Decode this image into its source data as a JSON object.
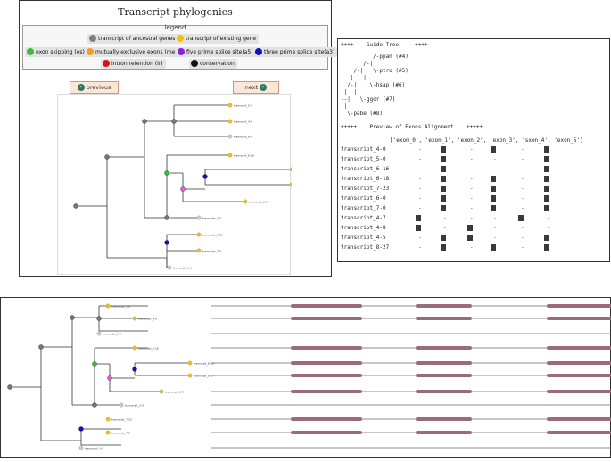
{
  "phylo": {
    "title": "Transcript phylogenies",
    "legend_title": "legend",
    "legend": [
      {
        "label": "transcript of ancestral genes",
        "color": "#7f7f7f"
      },
      {
        "label": "transcript of existing gene",
        "color": "#f2c200"
      },
      {
        "label": "exon skipping (es)",
        "color": "#34c234"
      },
      {
        "label": "mutually exclusive exons (me)",
        "color": "#f0a020"
      },
      {
        "label": "five prime splice site(a5)",
        "color": "#8a20e0"
      },
      {
        "label": "three prime splice site(a3)",
        "color": "#1010c0"
      },
      {
        "label": "intron retention (ir)",
        "color": "#e01010"
      },
      {
        "label": "conservation",
        "color": "#111111"
      }
    ],
    "prev_label": "previous",
    "next_label": "next",
    "leaves": [
      "transcript_5-0",
      "transcript_4-0",
      "transcript_6-0",
      "transcript_6-16",
      "transcript_8-16",
      "transcript_8-17",
      "transcript_8-0",
      "transcript_2-0",
      "transcript_7-23",
      "transcript_7-0",
      "transcript_1-0"
    ]
  },
  "console": {
    "header": "++++    Guide Tree     ++++",
    "tree_lines": [
      "          /-ppan (#4)",
      "       /-|",
      "    /-|   \\-ptro (#5)",
      "   |   |",
      "  /-|    \\-hsap (#6)",
      " |  |",
      "--|   \\-ggor (#7)",
      " |",
      "  \\-pabe (#8)"
    ],
    "preview_header": "+++++    Preview of Exons Alignment    +++++",
    "exon_header": "['exon_0', 'exon_1', 'exon_2', 'exon_3', 'sxon_4', 'exon_5']",
    "rows": [
      {
        "name": "transcript_4-0",
        "cols": [
          0,
          1,
          0,
          1,
          0,
          1
        ]
      },
      {
        "name": "transcript_5-0",
        "cols": [
          0,
          1,
          0,
          0,
          0,
          1
        ]
      },
      {
        "name": "transcript_6-16",
        "cols": [
          0,
          1,
          0,
          0,
          0,
          1
        ]
      },
      {
        "name": "transcript_6-18",
        "cols": [
          0,
          1,
          0,
          1,
          0,
          1
        ]
      },
      {
        "name": "transcript_7-23",
        "cols": [
          0,
          1,
          0,
          1,
          0,
          1
        ]
      },
      {
        "name": "transcript_6-0",
        "cols": [
          0,
          1,
          0,
          1,
          0,
          1
        ]
      },
      {
        "name": "transcript_7-0",
        "cols": [
          0,
          1,
          0,
          1,
          0,
          1
        ]
      },
      {
        "name": "transcript_4-7",
        "cols": [
          1,
          0,
          0,
          0,
          1,
          0
        ]
      },
      {
        "name": "transcript_4-8",
        "cols": [
          1,
          0,
          1,
          0,
          0,
          0
        ]
      },
      {
        "name": "transcript_4-5",
        "cols": [
          0,
          1,
          1,
          0,
          0,
          1
        ]
      },
      {
        "name": "transcript_8-27",
        "cols": [
          0,
          1,
          0,
          1,
          0,
          1
        ]
      }
    ]
  },
  "alignment": {
    "leaves": [
      "transcript_5-0",
      "transcript_4-0",
      "transcript_6-0",
      "transcript_6-16",
      "transcript_8-16",
      "transcript_8-17",
      "transcript_8-0",
      "transcript_2-0",
      "transcript_7-23",
      "transcript_7-0",
      "transcript_1-0"
    ]
  }
}
